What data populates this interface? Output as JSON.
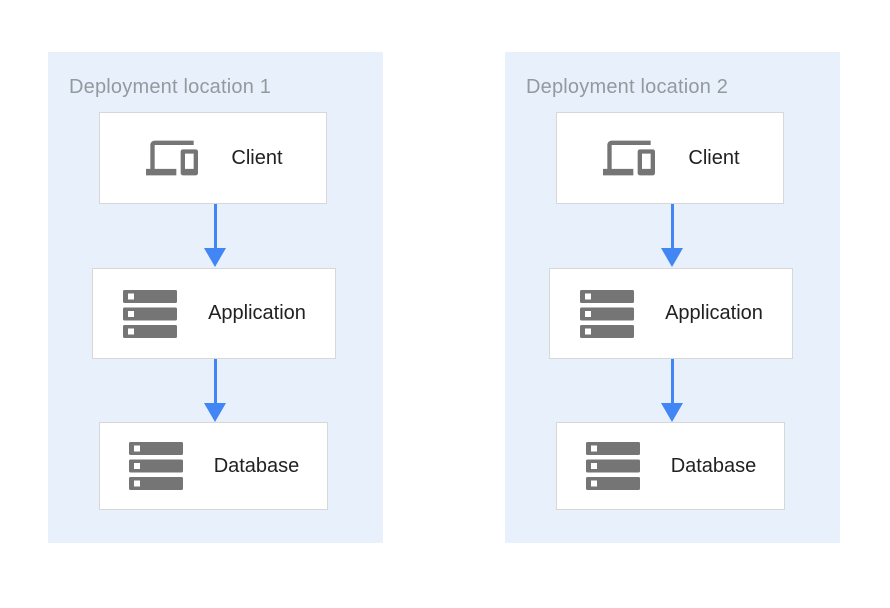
{
  "diagram": {
    "type": "architecture-flow",
    "description": "Two identical three-tier stacks, one per deployment location; arrows flow Client to Application to Database"
  },
  "colors": {
    "panel_bg": "#E8F0FB",
    "box_border": "#D7D7D7",
    "title_text": "#94999E",
    "label_text": "#212121",
    "icon_gray": "#757575",
    "arrow_blue": "#4285F4",
    "page_bg": "#FFFFFF"
  },
  "panels": [
    {
      "title": "Deployment location 1",
      "nodes": [
        {
          "label": "Client",
          "icon": "devices-icon"
        },
        {
          "label": "Application",
          "icon": "server-stack-icon"
        },
        {
          "label": "Database",
          "icon": "server-stack-icon"
        }
      ],
      "connections": [
        {
          "from": "Client",
          "to": "Application",
          "icon": "arrow-down-icon"
        },
        {
          "from": "Application",
          "to": "Database",
          "icon": "arrow-down-icon"
        }
      ]
    },
    {
      "title": "Deployment location 2",
      "nodes": [
        {
          "label": "Client",
          "icon": "devices-icon"
        },
        {
          "label": "Application",
          "icon": "server-stack-icon"
        },
        {
          "label": "Database",
          "icon": "server-stack-icon"
        }
      ],
      "connections": [
        {
          "from": "Client",
          "to": "Application",
          "icon": "arrow-down-icon"
        },
        {
          "from": "Application",
          "to": "Database",
          "icon": "arrow-down-icon"
        }
      ]
    }
  ]
}
